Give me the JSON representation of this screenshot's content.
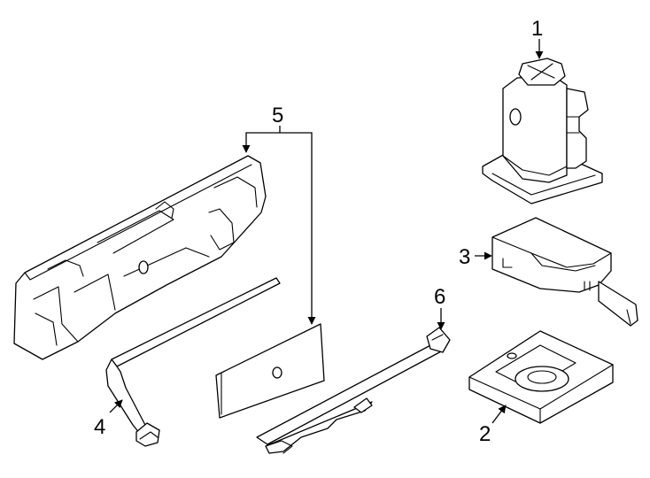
{
  "diagram": {
    "callouts": [
      {
        "id": "1",
        "label": "1"
      },
      {
        "id": "2",
        "label": "2"
      },
      {
        "id": "3",
        "label": "3"
      },
      {
        "id": "4",
        "label": "4"
      },
      {
        "id": "5",
        "label": "5"
      },
      {
        "id": "6",
        "label": "6"
      }
    ],
    "colors": {
      "line": "#000000",
      "fill": "#ffffff",
      "background": "#ffffff"
    }
  }
}
